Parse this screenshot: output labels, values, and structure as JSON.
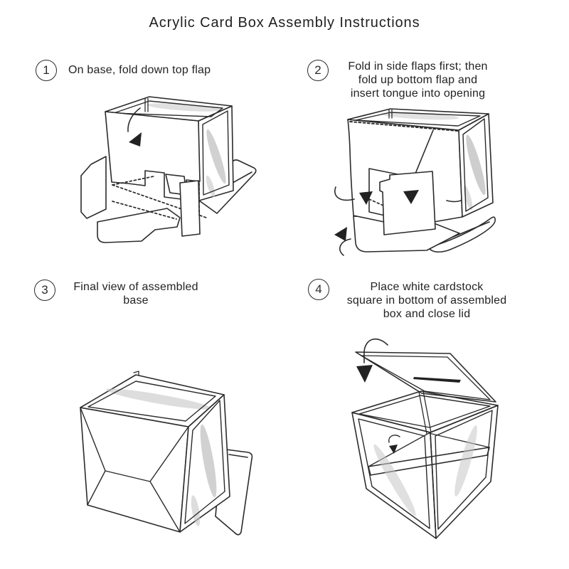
{
  "page": {
    "background": "#ffffff",
    "ink_color": "#2b2b2b",
    "glass_streak_color": "#c6c6c6"
  },
  "title": "Acrylic Card Box Assembly Instructions",
  "steps": [
    {
      "number": "1",
      "caption": "On base, fold down top flap",
      "diagram_icon": "unfolded-box-top-flap-diagram"
    },
    {
      "number": "2",
      "caption": "Fold in side flaps first; then\nfold up bottom flap and\ninsert tongue into opening",
      "diagram_icon": "box-side-flaps-folding-diagram"
    },
    {
      "number": "3",
      "caption": "Final view of assembled\nbase",
      "diagram_icon": "assembled-base-diagram"
    },
    {
      "number": "4",
      "caption": "Place white cardstock\nsquare in bottom of assembled\nbox and close lid",
      "diagram_icon": "box-with-open-lid-diagram"
    }
  ]
}
